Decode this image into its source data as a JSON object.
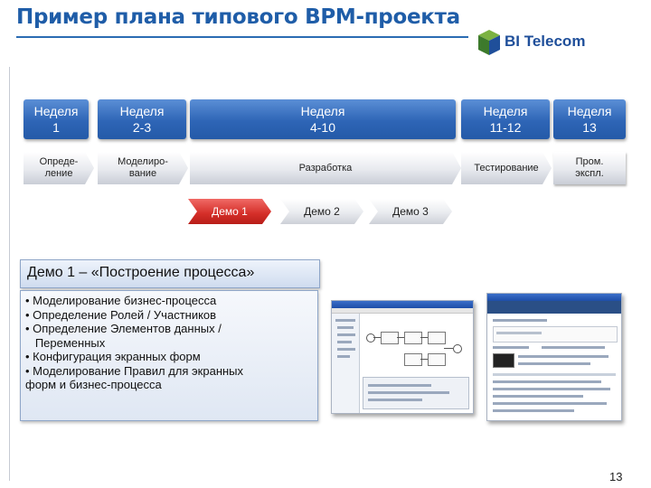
{
  "header": {
    "title": "Пример плана типового BPM-проекта",
    "logo_text": "BI Telecom"
  },
  "weeks": [
    {
      "label": "Неделя\n1"
    },
    {
      "label": "Неделя\n2-3"
    },
    {
      "label": "Неделя\n4-10"
    },
    {
      "label": "Неделя\n11-12"
    },
    {
      "label": "Неделя\n13"
    }
  ],
  "phases": [
    {
      "label": "Опреде-\nление"
    },
    {
      "label": "Моделиро-\nвание"
    },
    {
      "label": "Разработка"
    },
    {
      "label": "Тестирование"
    },
    {
      "label": "Пром.\nэкспл."
    }
  ],
  "demos": [
    {
      "label": "Демо 1",
      "active": true
    },
    {
      "label": "Демо 2",
      "active": false
    },
    {
      "label": "Демо 3",
      "active": false
    }
  ],
  "demo_section": {
    "title": "Демо 1 – «Построение процесса»",
    "bullets": [
      "• Моделирование бизнес-процесса",
      "• Определение Ролей / Участников",
      "• Определение Элементов данных /\n   Переменных",
      "• Конфигурация экранных форм",
      "• Моделирование Правил для экранных\nформ и бизнес-процесса"
    ]
  },
  "page_number": "13",
  "colors": {
    "title": "#1f5da8",
    "week_box": "#2e65b6",
    "demo_active": "#d42e28",
    "logo_cube_top": "#7bb241",
    "logo_cube_side": "#1f4f9a"
  }
}
